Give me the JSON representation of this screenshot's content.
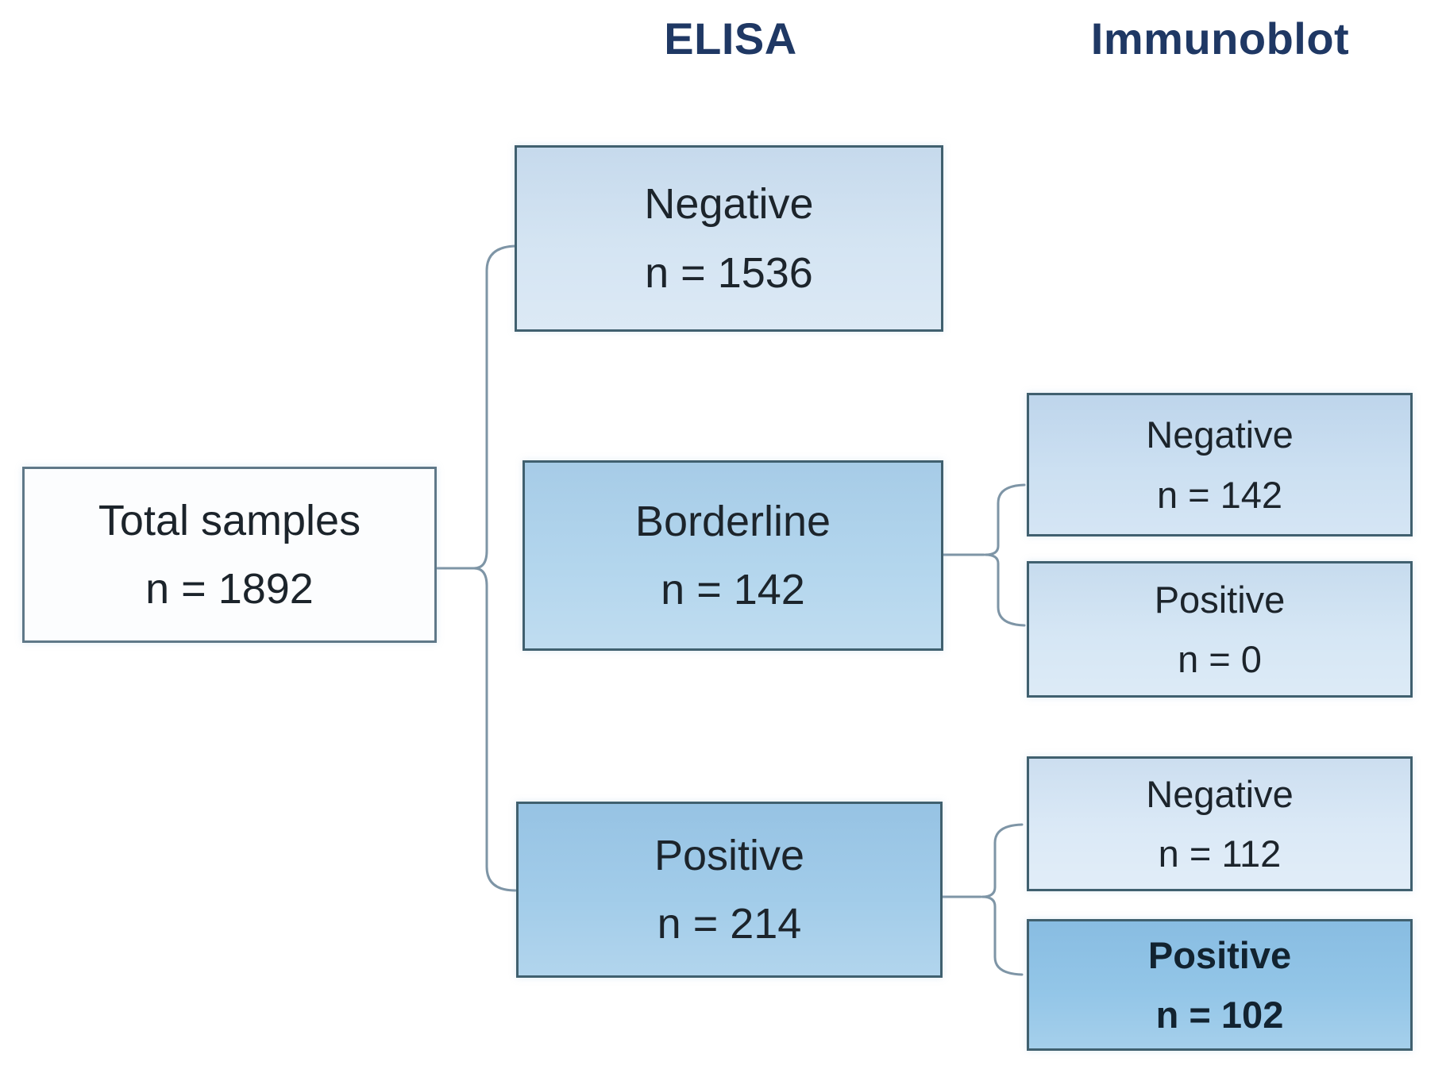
{
  "figure_title": "",
  "columns": [
    {
      "label": "ELISA"
    },
    {
      "label": "Immunoblot"
    }
  ],
  "palette": {
    "header_text": "#1f3864",
    "connector": "#7e95a6",
    "box_border": "#40606f",
    "root_box_border": "#5f7888",
    "body_text": "#1c242b",
    "emphasis_text": "#122330"
  },
  "nodes": {
    "total": {
      "label": "Total samples",
      "count_label": "n = 1892",
      "count": 1892,
      "fill": "#fcfdfe"
    },
    "elisa_negative": {
      "label": "Negative",
      "count_label": "n = 1536",
      "count": 1536,
      "fill": "#d2e3f2"
    },
    "elisa_borderline": {
      "label": "Borderline",
      "count_label": "n = 142",
      "count": 142,
      "fill": "#aed3ec"
    },
    "elisa_positive": {
      "label": "Positive",
      "count_label": "n = 214",
      "count": 214,
      "fill": "#9cc9e8"
    },
    "immunoblot_borderline_negative": {
      "label": "Negative",
      "count_label": "n = 142",
      "count": 142,
      "fill": "#c9def1"
    },
    "immunoblot_borderline_positive": {
      "label": "Positive",
      "count_label": "n = 0",
      "count": 0,
      "fill": "#d3e5f4"
    },
    "immunoblot_positive_negative": {
      "label": "Negative",
      "count_label": "n = 112",
      "count": 112,
      "fill": "#d9e8f6"
    },
    "immunoblot_positive_positive": {
      "label": "Positive",
      "count_label": "n = 102",
      "count": 102,
      "fill": "#8cc2e6",
      "emphasis": true
    }
  }
}
